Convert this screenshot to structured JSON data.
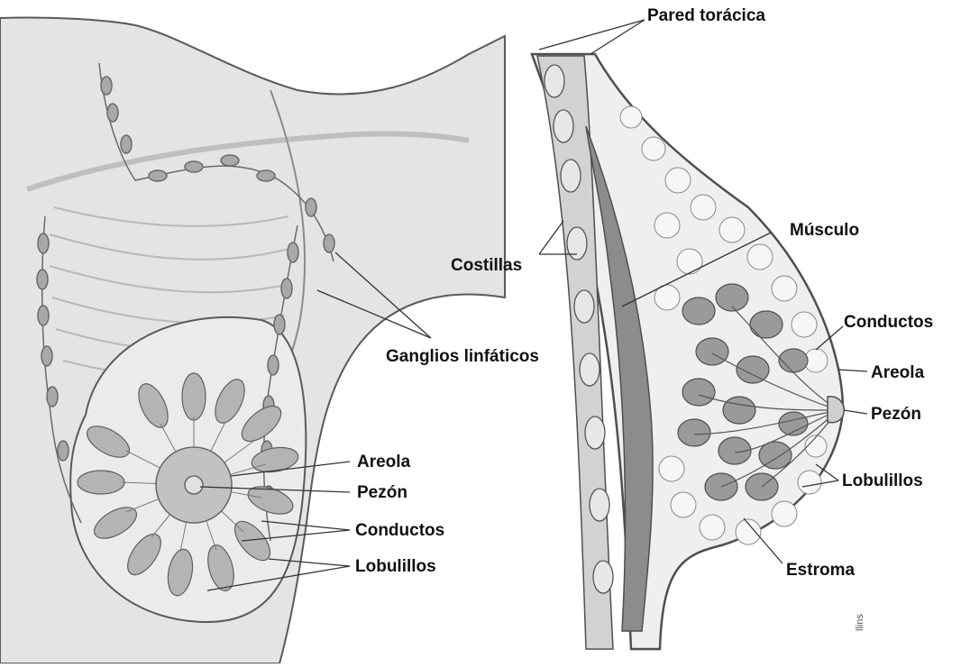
{
  "labels": {
    "front": {
      "ganglios": "Ganglios linfáticos",
      "areola": "Areola",
      "pezon": "Pezón",
      "conductos": "Conductos",
      "lobulillos": "Lobulillos"
    },
    "section": {
      "pared": "Pared torácica",
      "musculo": "Músculo",
      "costillas": "Costillas",
      "conductos": "Conductos",
      "areola": "Areola",
      "pezon": "Pezón",
      "lobulillos": "Lobulillos",
      "estroma": "Estroma"
    }
  },
  "credit": "llins",
  "colors": {
    "skin": "#e4e4e4",
    "skin_shade": "#cfcfcf",
    "outline": "#5a5a5a",
    "lobule": "#b4b4b4",
    "node": "#a8a8a8",
    "muscle": "#8c8c8c",
    "fat": "#eeeeee",
    "leader": "#333333"
  }
}
